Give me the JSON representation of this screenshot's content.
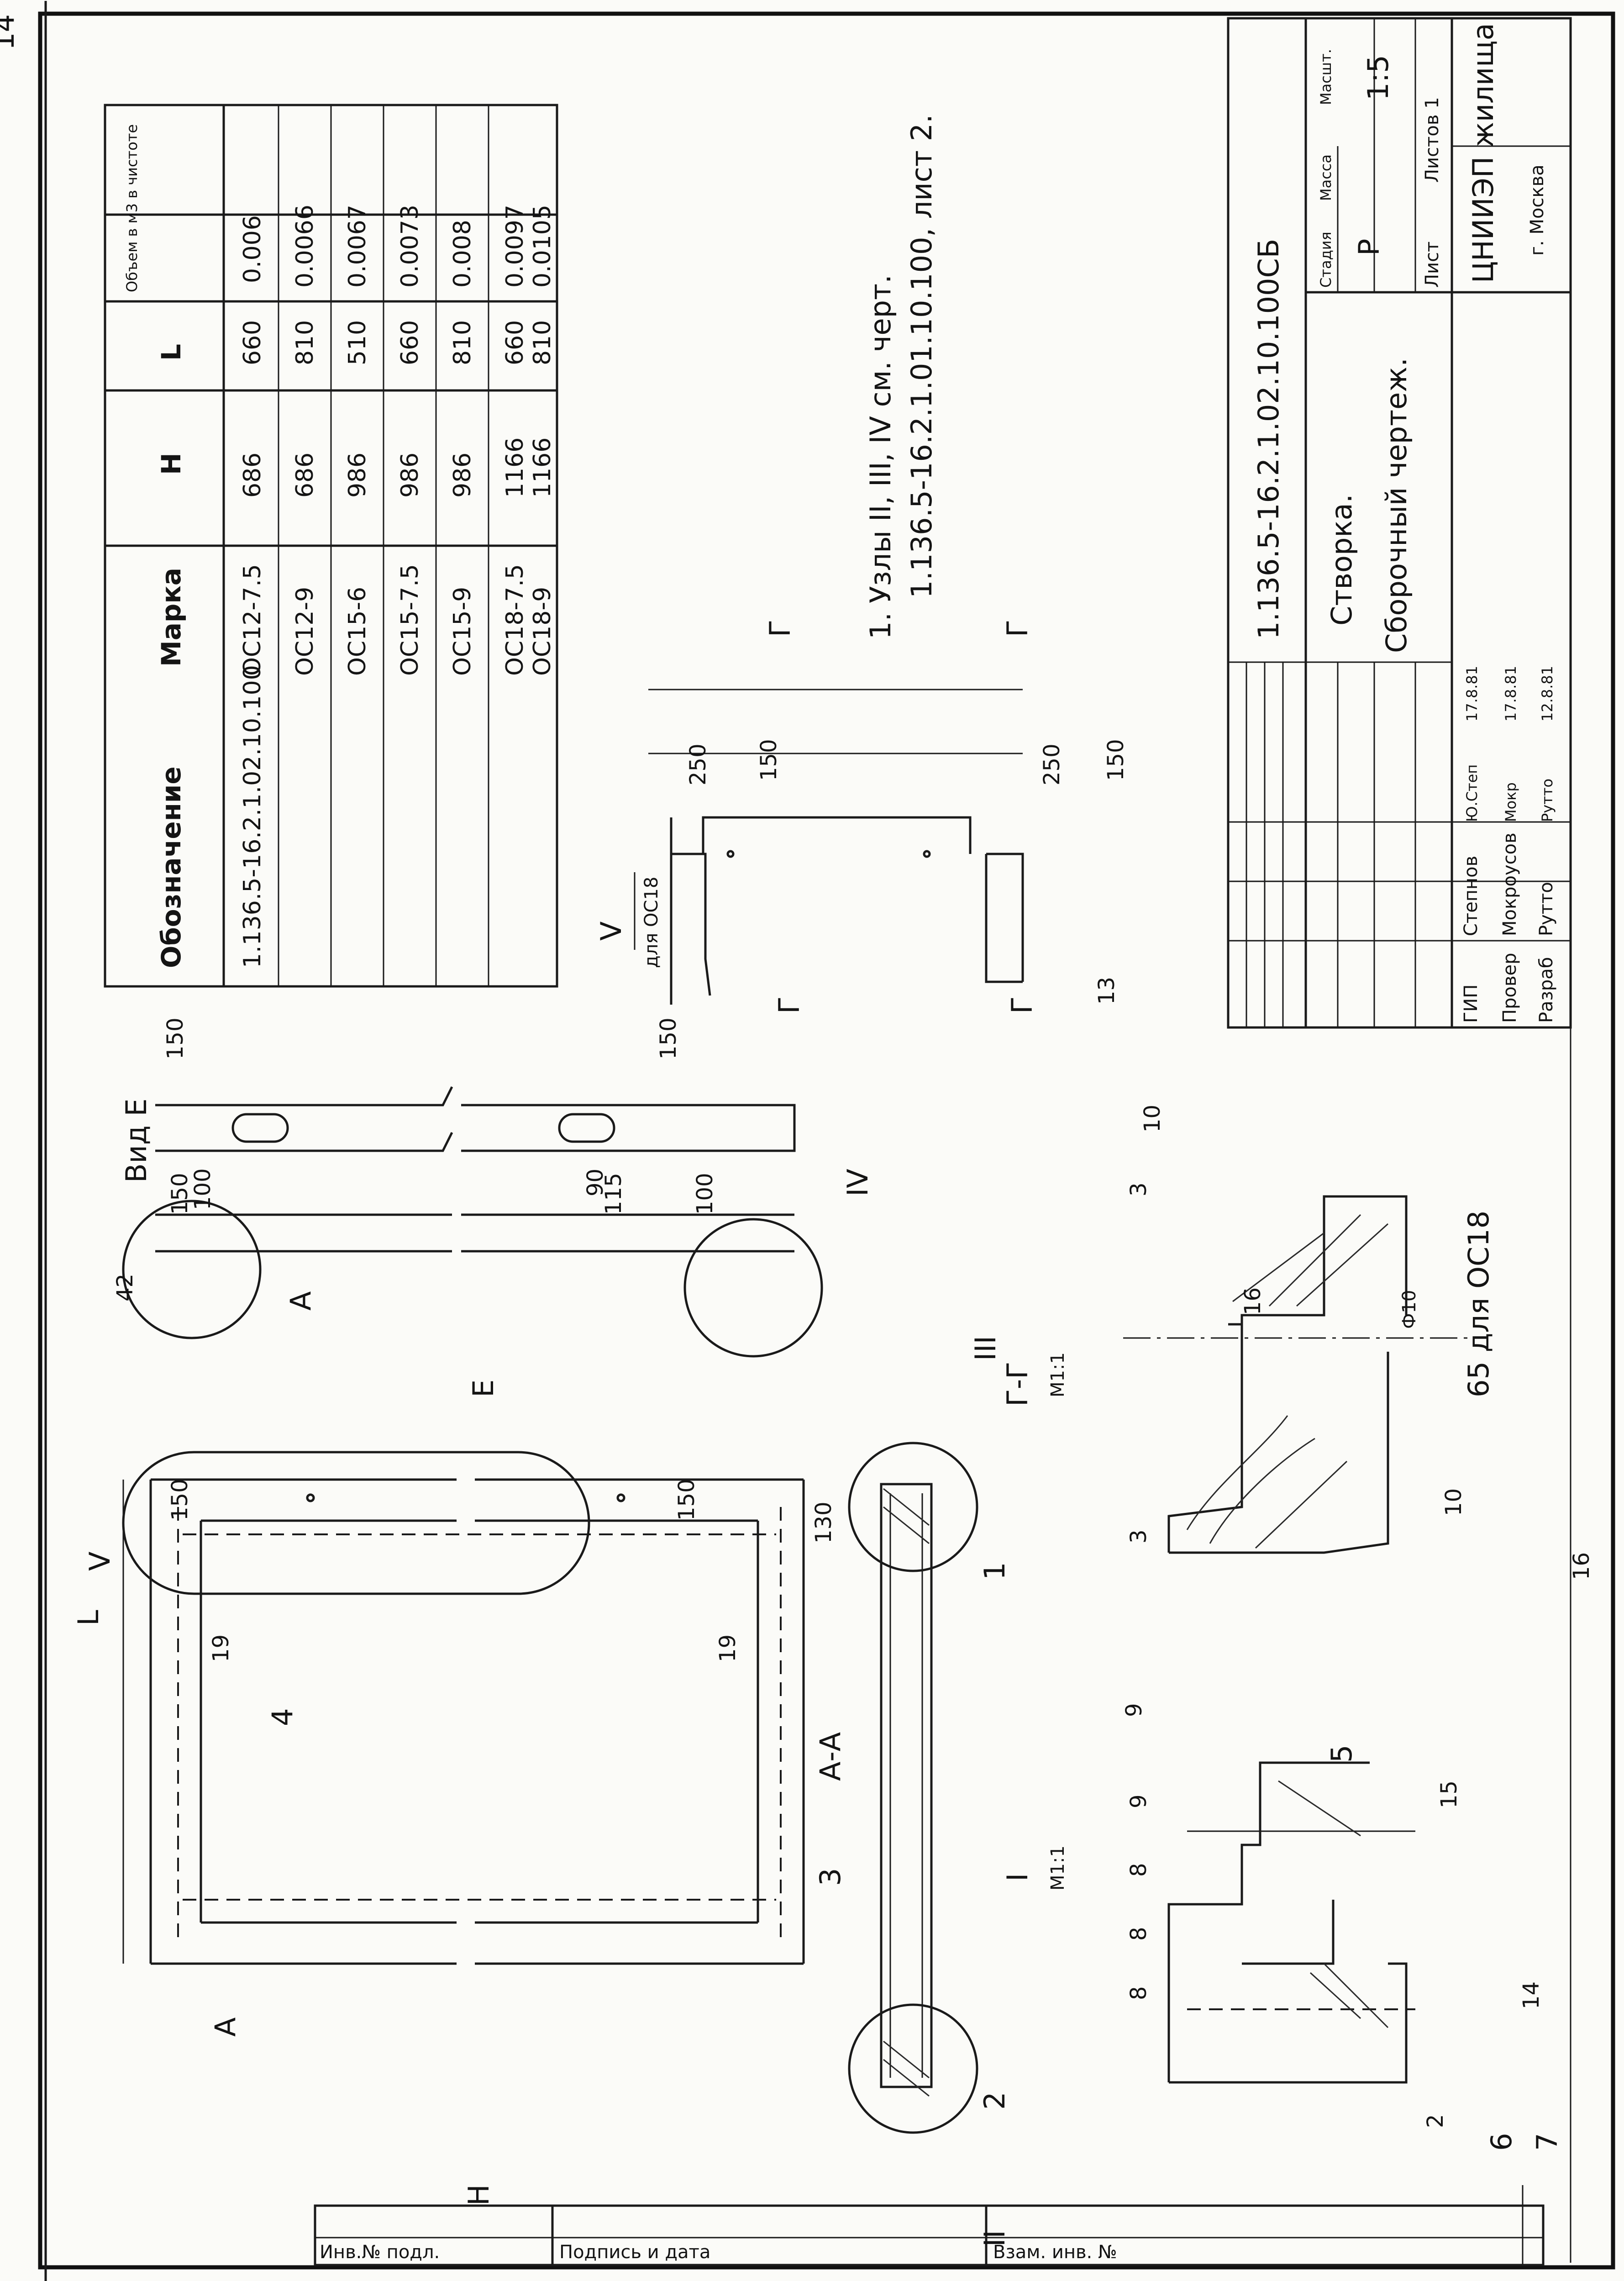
{
  "sheet": {
    "page_number": "14",
    "doc_code_main": "1.136.5-16.2.1.02.10.100СБ",
    "title_line1": "Створка.",
    "title_line2": "Сборочный чертеж.",
    "stage_label": "Стадия",
    "mass_label": "Масса",
    "scale_label": "Масшт.",
    "stage_value": "Р",
    "scale_value": "1:5",
    "sheet_label": "Лист",
    "sheets_label": "Листов 1",
    "org_line1": "ЦНИИЭП жилища",
    "org_line2": "г. Москва",
    "roles": [
      {
        "role": "ГИП",
        "name": "Степнов",
        "sign": "Ю.Степ",
        "date": "17.8.81"
      },
      {
        "role": "Провер",
        "name": "Мокроусов",
        "sign": "Мокр",
        "date": "17.8.81"
      },
      {
        "role": "Разраб",
        "name": "Рутто",
        "sign": "Рутто",
        "date": "12.8.81"
      }
    ],
    "side_stamp": [
      "Инв.№ подл.",
      "Подпись и дата",
      "Взам. инв. №"
    ]
  },
  "table": {
    "headers": [
      "Обозначение",
      "Марка",
      "H",
      "L",
      "Объем в м3 в чистоте"
    ],
    "rows": [
      [
        "1.136.5-16.2.1.02.10.100",
        "ОС12-7.5",
        "686",
        "660",
        "0.006"
      ],
      [
        "",
        "ОС12-9",
        "686",
        "810",
        "0.0066"
      ],
      [
        "",
        "ОС15-6",
        "986",
        "510",
        "0.0067"
      ],
      [
        "",
        "ОС15-7.5",
        "986",
        "660",
        "0.0073"
      ],
      [
        "",
        "ОС15-9",
        "986",
        "810",
        "0.008"
      ],
      [
        "",
        "ОС18-7.5",
        "1166",
        "660",
        "0.0097"
      ],
      [
        "",
        "ОС18-9",
        "1166",
        "810",
        "0.0105"
      ]
    ]
  },
  "notes": {
    "line1": "1. Узлы II, III, IV см. черт.",
    "line2": "1.136.5-16.2.1.01.10.100, лист 2."
  },
  "labels": {
    "view_e": "Вид Е",
    "section_aa": "А-А",
    "section_gg": "Г-Г",
    "scale_11": "М1:1",
    "node_i": "I",
    "node_ii": "II",
    "node_iii": "III",
    "node_iv": "IV",
    "node_v": "V",
    "v_for": "для ОС18",
    "a_mark": "А",
    "g_mark": "Г",
    "e_mark": "Е",
    "h_mark": "H",
    "l_mark": "L",
    "phi10": "Ф10",
    "w65": "65 для ОС18",
    "pos1": "1",
    "pos2": "2",
    "pos3": "3",
    "pos4": "4",
    "pos5": "5",
    "pos6": "6",
    "pos7": "7"
  },
  "dims": {
    "d150": "150",
    "d100": "100",
    "d42": "42",
    "d115": "115",
    "d90": "90",
    "d130": "130",
    "d19": "19",
    "d250": "250",
    "d16": "16",
    "d10": "10",
    "d3": "3",
    "d13": "13",
    "d8": "8",
    "d9": "9",
    "d15": "15",
    "d14": "14",
    "d2": "2"
  }
}
